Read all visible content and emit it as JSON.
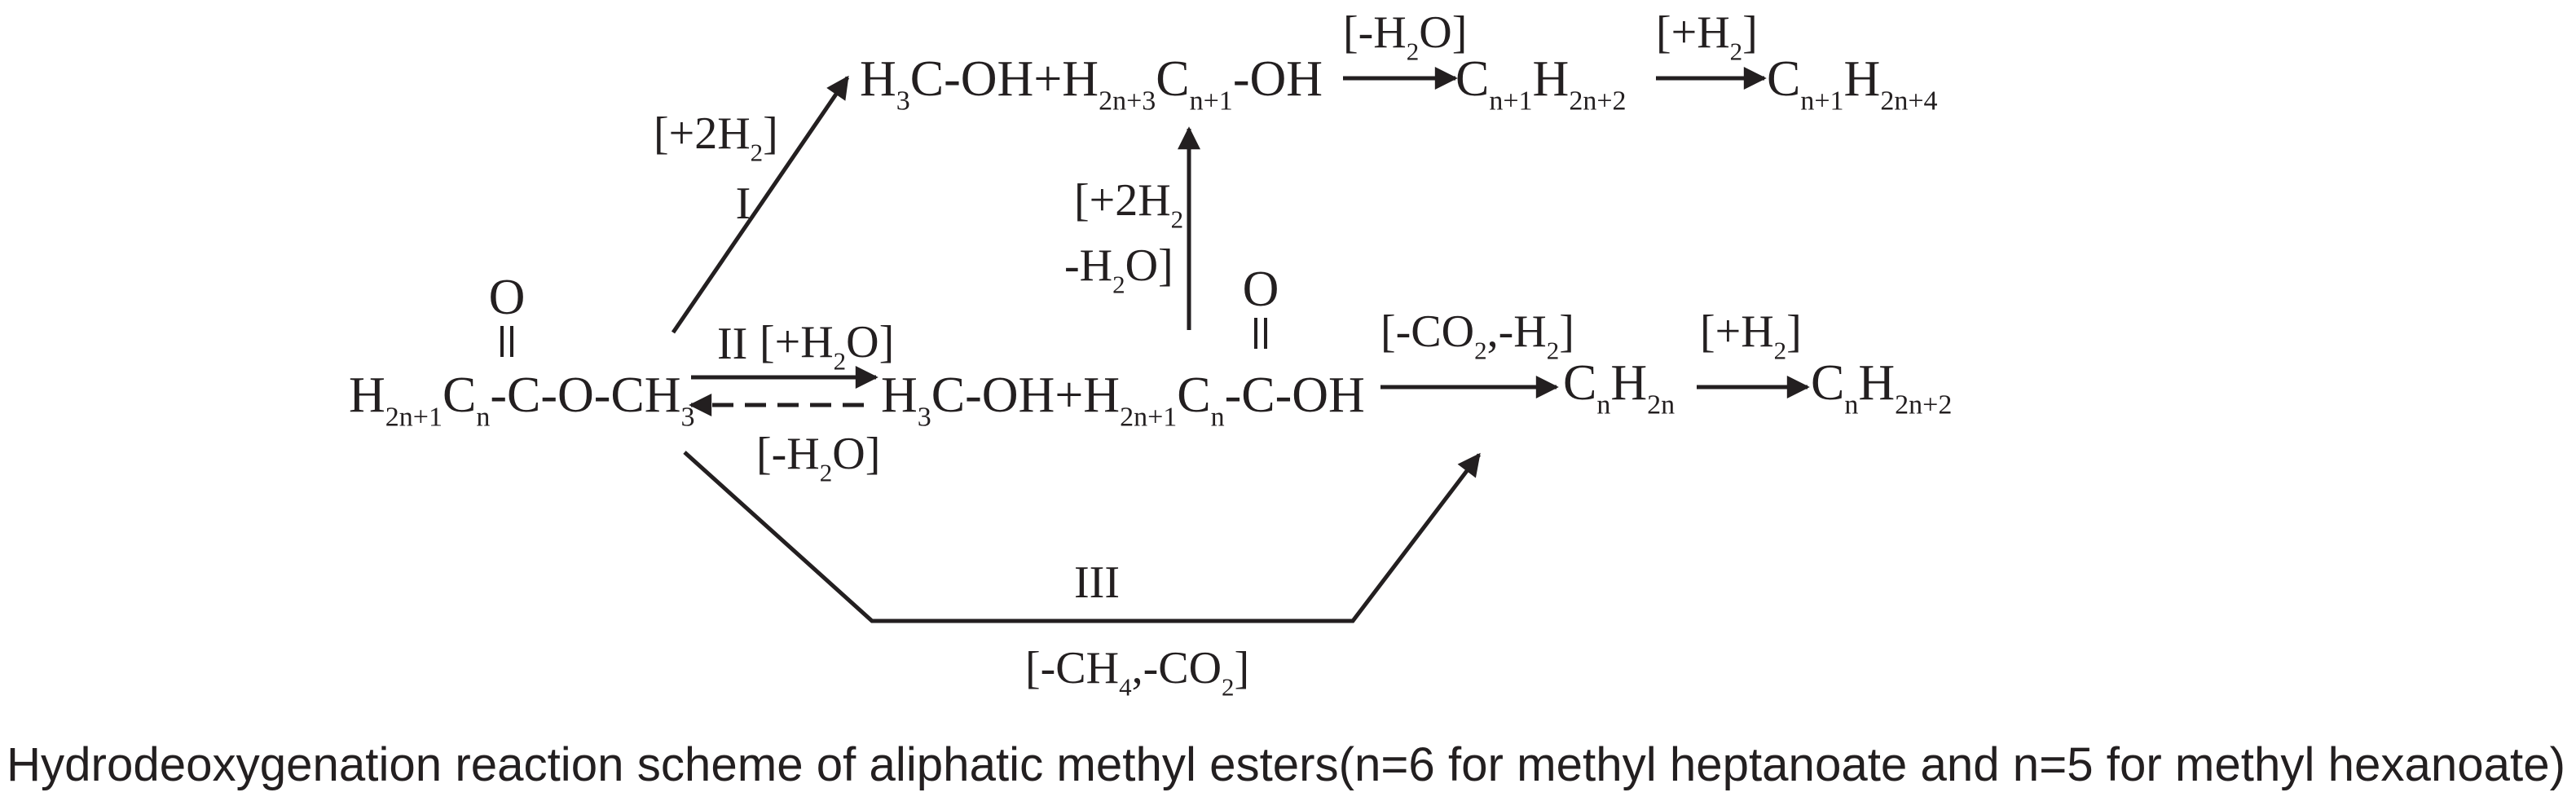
{
  "molecules": {
    "ester": [
      {
        "t": "H"
      },
      {
        "t": "2n+1",
        "s": "sub"
      },
      {
        "t": "C"
      },
      {
        "t": "n",
        "s": "sub"
      },
      {
        "t": "-C-O-CH"
      },
      {
        "t": "3",
        "s": "sub"
      }
    ],
    "ester_carbonyl_o": "O",
    "top_products": [
      {
        "t": "H"
      },
      {
        "t": "3",
        "s": "sub"
      },
      {
        "t": "C-OH+H"
      },
      {
        "t": "2n+3",
        "s": "sub"
      },
      {
        "t": "C"
      },
      {
        "t": "n+1",
        "s": "sub"
      },
      {
        "t": "-OH"
      }
    ],
    "top_alkene": [
      {
        "t": "C"
      },
      {
        "t": "n+1",
        "s": "sub"
      },
      {
        "t": "H"
      },
      {
        "t": "2n+2",
        "s": "sub"
      }
    ],
    "top_alkane": [
      {
        "t": "C"
      },
      {
        "t": "n+1",
        "s": "sub"
      },
      {
        "t": "H"
      },
      {
        "t": "2n+4",
        "s": "sub"
      }
    ],
    "mid_products": [
      {
        "t": "H"
      },
      {
        "t": "3",
        "s": "sub"
      },
      {
        "t": "C-OH+H"
      },
      {
        "t": "2n+1",
        "s": "sub"
      },
      {
        "t": "C"
      },
      {
        "t": "n",
        "s": "sub"
      },
      {
        "t": "-C-OH"
      }
    ],
    "acid_carbonyl_o": "O",
    "mid_alkene": [
      {
        "t": "C"
      },
      {
        "t": "n",
        "s": "sub"
      },
      {
        "t": "H"
      },
      {
        "t": "2n",
        "s": "sub"
      }
    ],
    "mid_alkane": [
      {
        "t": "C"
      },
      {
        "t": "n",
        "s": "sub"
      },
      {
        "t": "H"
      },
      {
        "t": "2n+2",
        "s": "sub"
      }
    ]
  },
  "labels": {
    "route_I": "I",
    "route_I_reagent": [
      {
        "t": "[+2H"
      },
      {
        "t": "2",
        "s": "sub"
      },
      {
        "t": "]"
      }
    ],
    "route_II": "II",
    "route_II_forward": [
      {
        "t": "[+H"
      },
      {
        "t": "2",
        "s": "sub"
      },
      {
        "t": "O]"
      }
    ],
    "route_II_reverse": [
      {
        "t": "[-H"
      },
      {
        "t": "2",
        "s": "sub"
      },
      {
        "t": "O]"
      }
    ],
    "route_III": "III",
    "route_III_reagent": [
      {
        "t": "[-CH"
      },
      {
        "t": "4",
        "s": "sub"
      },
      {
        "t": ",-CO"
      },
      {
        "t": "2",
        "s": "sub"
      },
      {
        "t": "]"
      }
    ],
    "top_dehydration": [
      {
        "t": "[-H"
      },
      {
        "t": "2",
        "s": "sub"
      },
      {
        "t": "O]"
      }
    ],
    "top_hydrogenation": [
      {
        "t": "[+H"
      },
      {
        "t": "2",
        "s": "sub"
      },
      {
        "t": "]"
      }
    ],
    "vertical_line1": [
      {
        "t": "[+2H"
      },
      {
        "t": "2",
        "s": "sub"
      }
    ],
    "vertical_line2": [
      {
        "t": "-H"
      },
      {
        "t": "2",
        "s": "sub"
      },
      {
        "t": "O]"
      }
    ],
    "decarboxylation": [
      {
        "t": "[-CO"
      },
      {
        "t": "2",
        "s": "sub"
      },
      {
        "t": ",-H"
      },
      {
        "t": "2",
        "s": "sub"
      },
      {
        "t": "]"
      }
    ],
    "mid_hydrogenation": [
      {
        "t": "[+H"
      },
      {
        "t": "2",
        "s": "sub"
      },
      {
        "t": "]"
      }
    ]
  },
  "caption": "Hydrodeoxygenation reaction scheme of aliphatic methyl esters(n=6 for methyl heptanoate and n=5 for methyl hexanoate)",
  "colors": {
    "ink": "#231f20"
  }
}
